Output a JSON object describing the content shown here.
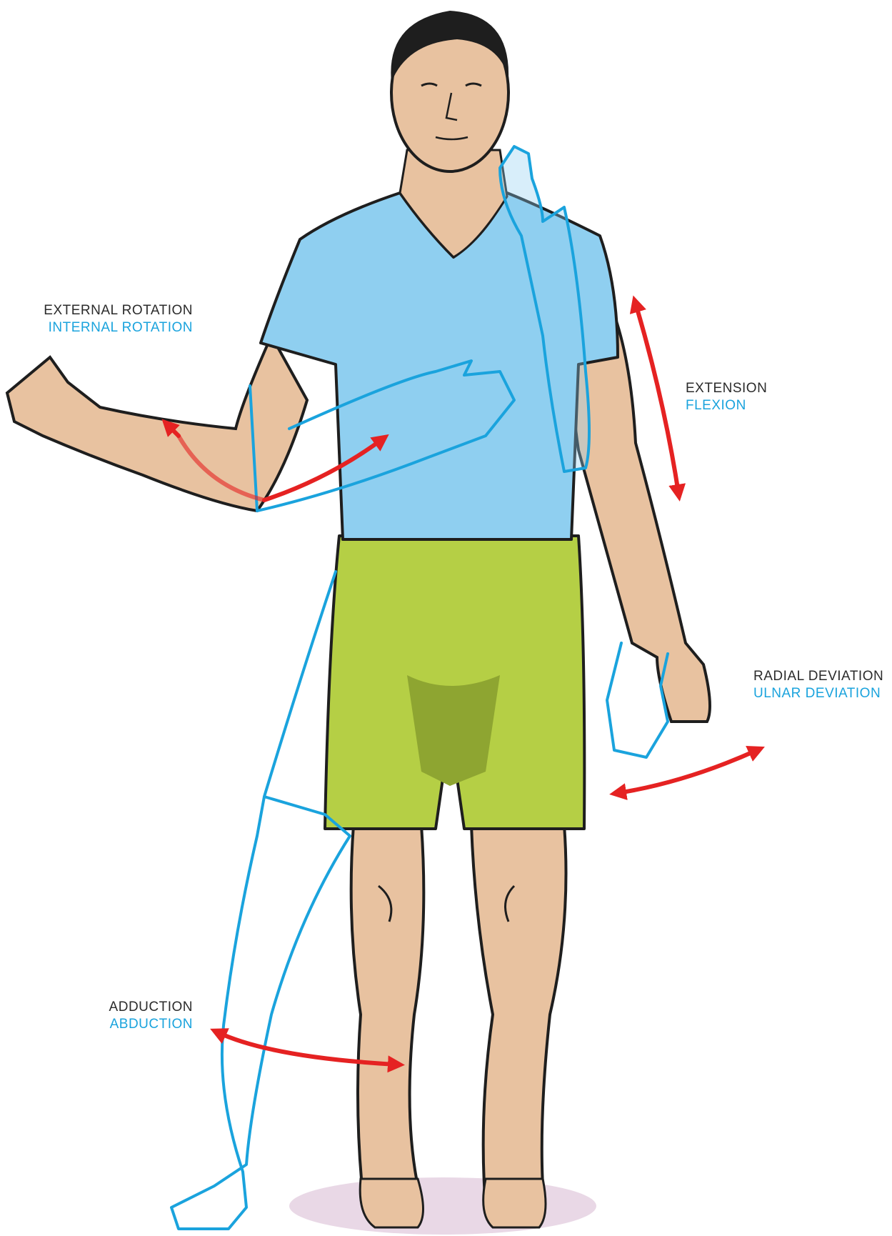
{
  "labels": {
    "shoulder": {
      "primary": "EXTERNAL ROTATION",
      "secondary": "INTERNAL ROTATION"
    },
    "elbow": {
      "primary": "EXTENSION",
      "secondary": "FLEXION"
    },
    "wrist": {
      "primary": "RADIAL DEVIATION",
      "secondary": "ULNAR DEVIATION"
    },
    "hip": {
      "primary": "ADDUCTION",
      "secondary": "ABDUCTION"
    }
  },
  "colors": {
    "skin": "#e8c2a0",
    "skin_shadow": "#c9987a",
    "hair": "#1e1e1e",
    "shirt": "#8fcff0",
    "shorts": "#b5cf45",
    "shorts_shadow": "#8ea531",
    "ghost_line": "#1aa3dd",
    "arrow": "#e52222",
    "floor_shadow": "#e9d8e6",
    "primary_text": "#2b2b2b",
    "secondary_text": "#1aa3dd"
  }
}
